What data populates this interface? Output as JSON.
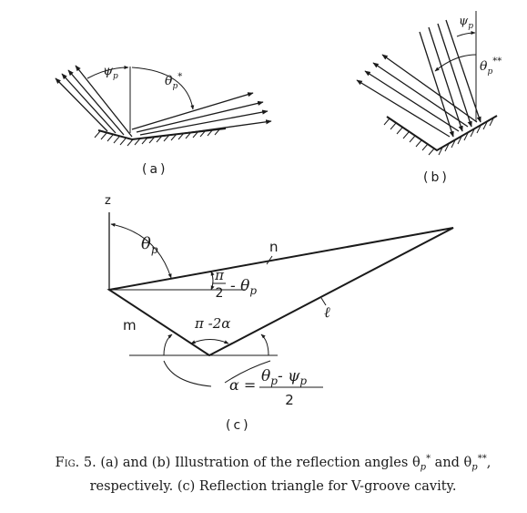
{
  "panel_a": {
    "label": "(a)",
    "angle_psi": "ψ",
    "angle_psi_sub": "p",
    "angle_theta": "θ",
    "angle_theta_sub": "p",
    "angle_theta_sup": "*"
  },
  "panel_b": {
    "label": "(b)",
    "angle_psi": "ψ",
    "angle_psi_sub": "p",
    "angle_theta": "θ",
    "angle_theta_sub": "p",
    "angle_theta_sup": "**"
  },
  "panel_c": {
    "label": "(c)",
    "axis_z": "z",
    "theta": "θ",
    "theta_sub": "p",
    "side_n": "n",
    "side_l": "ℓ",
    "side_m": "m",
    "angle_top_num": "π",
    "angle_top_den": "2",
    "angle_top_rest": "- θ",
    "angle_top_sub": "p",
    "apex_angle": "π -2α",
    "alpha_lhs": "α =",
    "alpha_num_theta": "θ",
    "alpha_num_theta_sub": "p",
    "alpha_num_minus": "- ψ",
    "alpha_num_psi_sub": "p",
    "alpha_den": "2"
  },
  "caption": {
    "fig_label": "Fig. 5.",
    "line1": "(a) and (b) Illustration of the reflection angles θ",
    "line1_sub1": "p",
    "line1_sup1": "*",
    "line1_and": " and θ",
    "line1_sub2": "p",
    "line1_sup2": "**",
    "line1_end": ",",
    "line2": "respectively. (c) Reflection triangle for V-groove cavity."
  }
}
